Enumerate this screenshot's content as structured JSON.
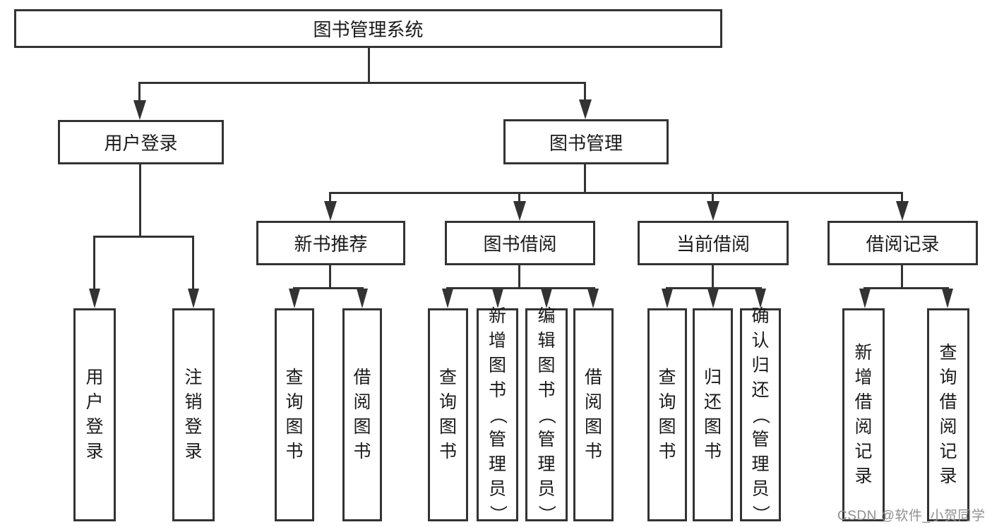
{
  "colors": {
    "line": "#333333",
    "text": "#1a1a1a",
    "background": "#ffffff",
    "watermark": "#8f8f8f"
  },
  "watermark": {
    "text": "CSDN @软件_小贺同学"
  },
  "tree": {
    "root": {
      "label": "图书管理系统",
      "children": [
        {
          "label": "用户登录",
          "children": [
            {
              "label": "用户登录"
            },
            {
              "label": "注销登录"
            }
          ]
        },
        {
          "label": "图书管理",
          "children": [
            {
              "label": "新书推荐",
              "children": [
                {
                  "label": "查询图书"
                },
                {
                  "label": "借阅图书"
                }
              ]
            },
            {
              "label": "图书借阅",
              "children": [
                {
                  "label": "查询图书"
                },
                {
                  "label": "新增图书（管理员）"
                },
                {
                  "label": "编辑图书（管理员）"
                },
                {
                  "label": "借阅图书"
                }
              ]
            },
            {
              "label": "当前借阅",
              "children": [
                {
                  "label": "查询图书"
                },
                {
                  "label": "归还图书"
                },
                {
                  "label": "确认归还（管理员）"
                }
              ]
            },
            {
              "label": "借阅记录",
              "children": [
                {
                  "label": "新增借阅记录"
                },
                {
                  "label": "查询借阅记录"
                }
              ]
            }
          ]
        }
      ]
    }
  }
}
